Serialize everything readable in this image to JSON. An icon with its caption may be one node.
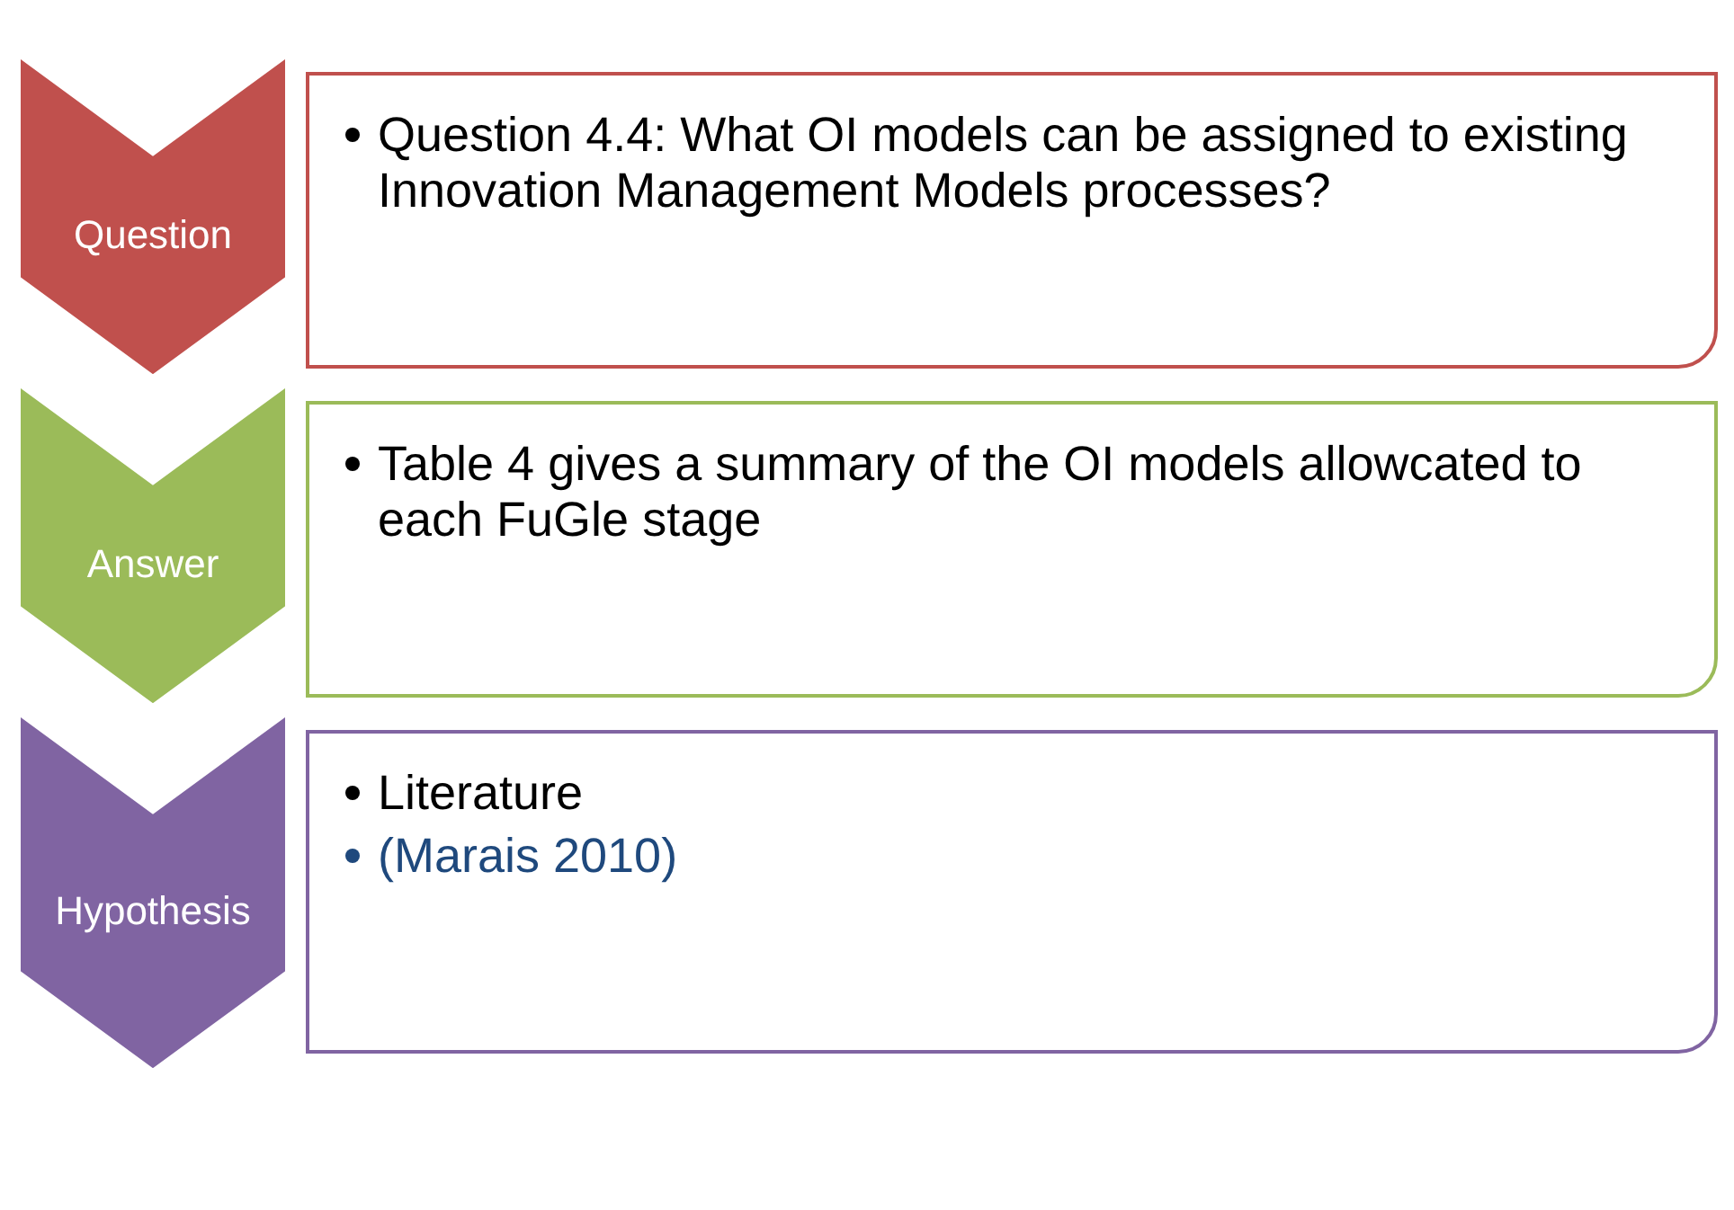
{
  "diagram": {
    "nodes": [
      {
        "text": [
          "Question"
        ]
      },
      {
        "text": [
          "Question 4.4: What OI models can be assigned to existing Innovation Management Models processes?"
        ]
      },
      {
        "text": [
          "Answer"
        ]
      },
      {
        "text": [
          "Table 4 gives a summary of the OI models allowcated to each FuGle stage"
        ]
      },
      {
        "text": [
          "Hypothesis"
        ]
      },
      {
        "text": [
          "Literature",
          "(Marais 2010)"
        ]
      }
    ]
  }
}
